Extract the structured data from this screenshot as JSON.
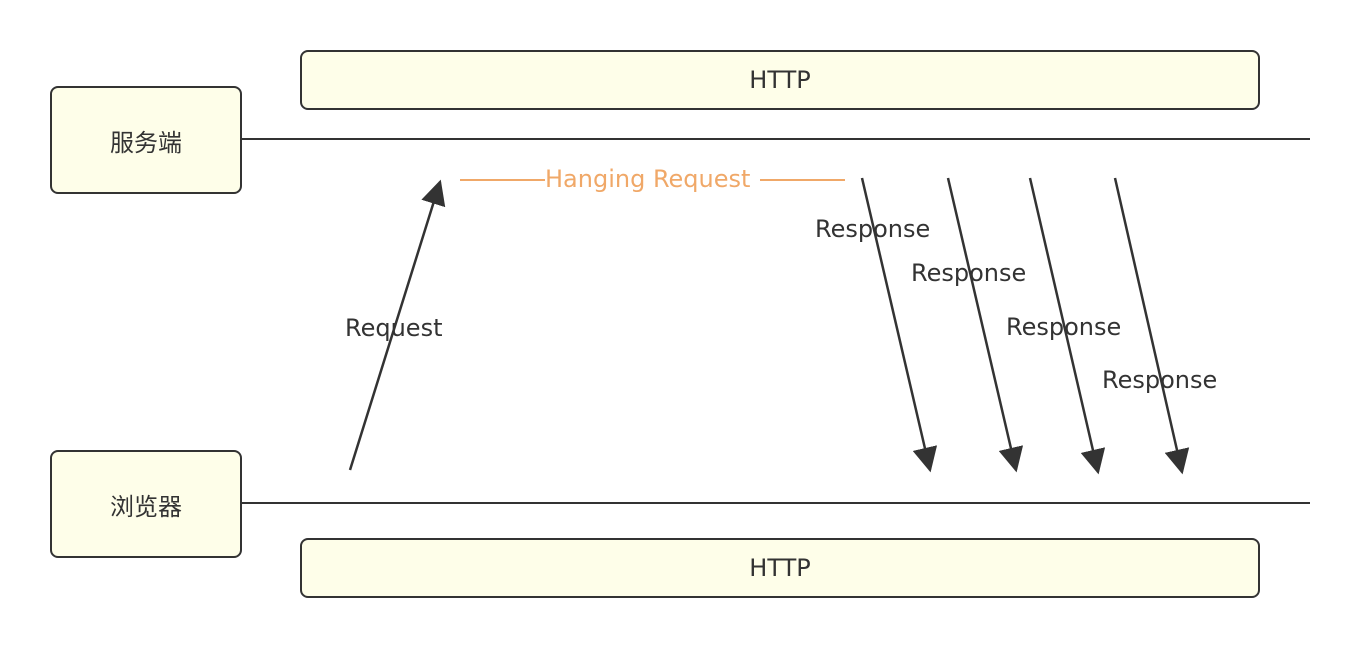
{
  "top_protocol": "HTTP",
  "bottom_protocol": "HTTP",
  "server_label": "服务端",
  "browser_label": "浏览器",
  "request_label": "Request",
  "hanging_label": "Hanging Request",
  "responses": [
    "Response",
    "Response",
    "Response",
    "Response"
  ],
  "colors": {
    "hanging": "#f0a868",
    "box_fill": "#fefee9",
    "stroke": "#333333"
  }
}
